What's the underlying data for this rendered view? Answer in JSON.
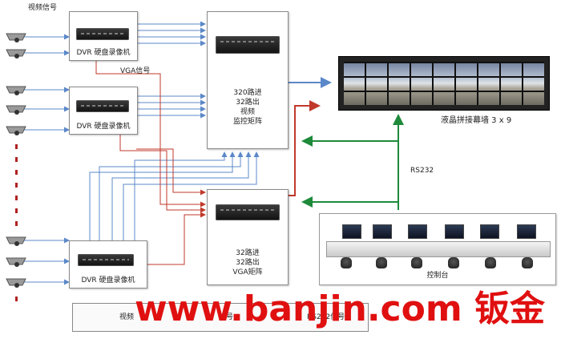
{
  "labels": {
    "video_signal_top": "视频信号",
    "vga_signal": "VGA信号",
    "rs232": "RS232",
    "video_wall": "液晶拼接幕墙 3 x 9",
    "console": "控制台"
  },
  "dvrs": [
    {
      "label": "DVR 硬盘录像机"
    },
    {
      "label": "DVR 硬盘录像机"
    },
    {
      "label": "DVR 硬盘录像机"
    }
  ],
  "matrix_video": {
    "line1": "320路进",
    "line2": "32路出",
    "line3": "视频",
    "line4": "监控矩阵"
  },
  "matrix_vga": {
    "line1": "32路进",
    "line2": "32路出",
    "line3": "VGA矩阵"
  },
  "legend": {
    "video": "视频",
    "control": "信号",
    "rs232": "RS232信号"
  },
  "watermark": "www.banjin.com 钣金",
  "colors": {
    "video_line": "#5b88c8",
    "vga_line": "#c0392b",
    "rs232_line": "#1e8a3a",
    "watermark": "#e01010"
  }
}
